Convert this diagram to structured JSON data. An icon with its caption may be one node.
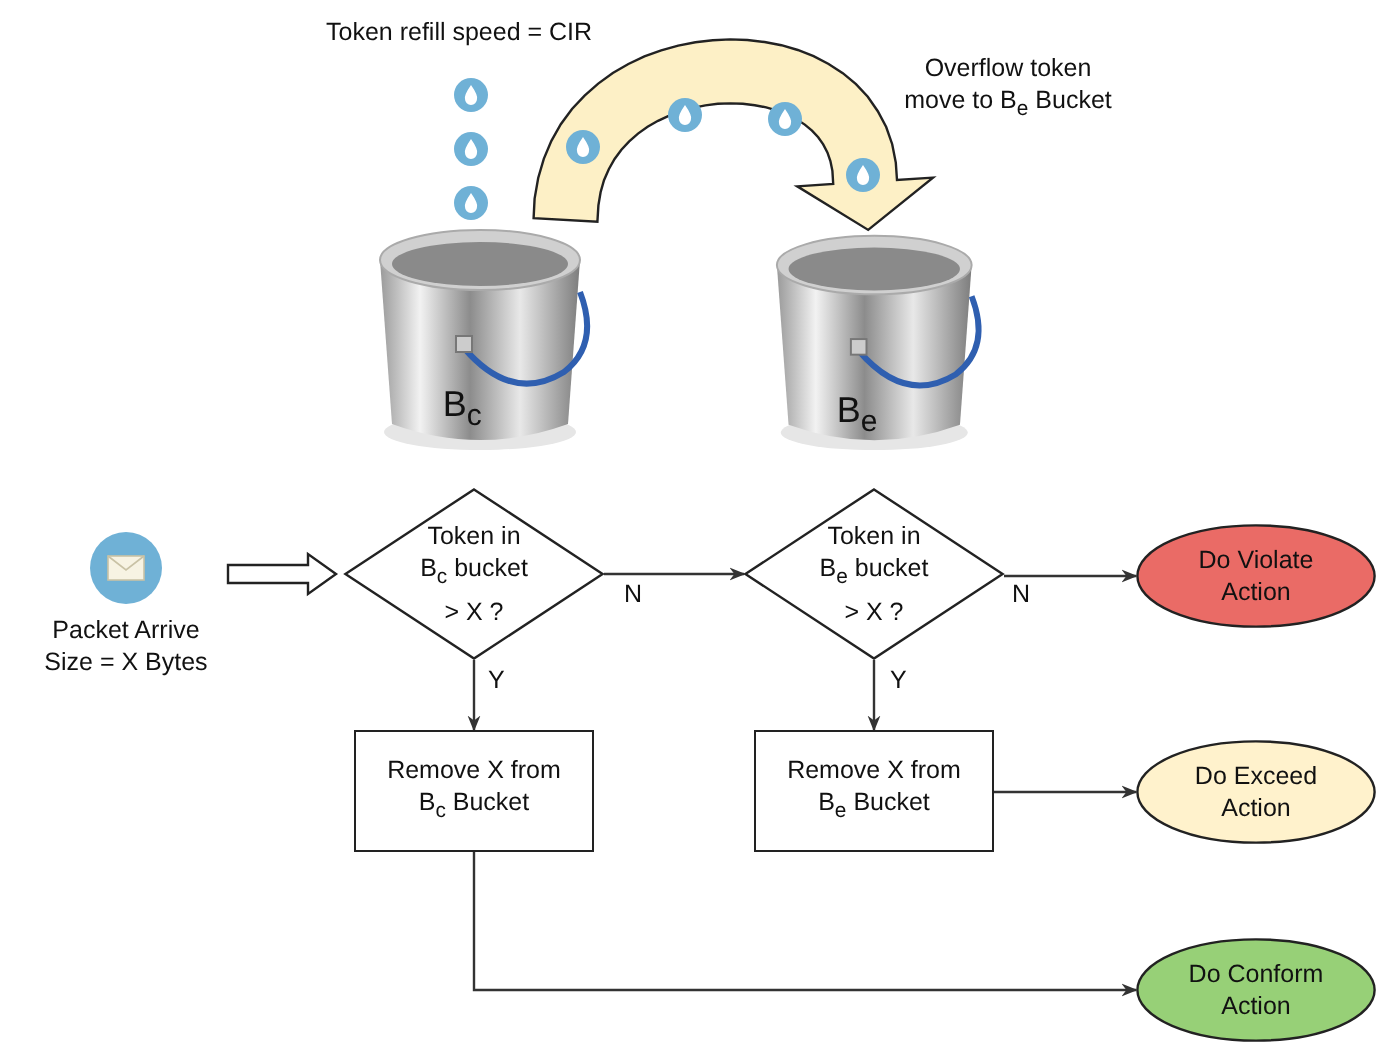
{
  "diagram": {
    "nodes": [
      {
        "text": [
          "Packet Arrive Size = X Bytes"
        ]
      },
      {
        "text": [
          "Token in B$_{c}$ bucket > X ?"
        ]
      },
      {
        "text": [
          "Token in B$_{e}$ bucket > X ?"
        ]
      },
      {
        "text": [
          "Do Violate Action"
        ]
      },
      {
        "text": [
          "Remove X from B$_{c}$ Bucket"
        ]
      },
      {
        "text": [
          "Remove X from B$_{e}$ Bucket"
        ]
      },
      {
        "text": [
          "Do Exceed Action"
        ]
      },
      {
        "text": [
          "Do Conform Action"
        ]
      },
      {
        "text": [
          "B$_{c}$"
        ]
      },
      {
        "text": [
          "B$_{e}$"
        ]
      }
    ],
    "edges": [
      {
        "from": 0,
        "to": 1,
        "arrow": "to",
        "style": "thick",
        "color": "#ffffff"
      },
      {
        "from": 1,
        "to": 2,
        "arrow": "to",
        "label": "N"
      },
      {
        "from": 2,
        "to": 3,
        "arrow": "to",
        "label": "N"
      },
      {
        "from": 1,
        "to": 4,
        "arrow": "to",
        "label": "Y"
      },
      {
        "from": 2,
        "to": 5,
        "arrow": "to",
        "label": "Y"
      },
      {
        "from": 5,
        "to": 6,
        "arrow": "to"
      },
      {
        "from": 4,
        "to": 7,
        "arrow": "to"
      },
      {
        "from": 8,
        "to": 9,
        "arrow": "to",
        "style": "thick",
        "color": "#fdf0c6"
      }
    ],
    "labels": [
      "Token refill speed = CIR",
      "Overflow token move to B$_{e}$ Bucket"
    ]
  }
}
